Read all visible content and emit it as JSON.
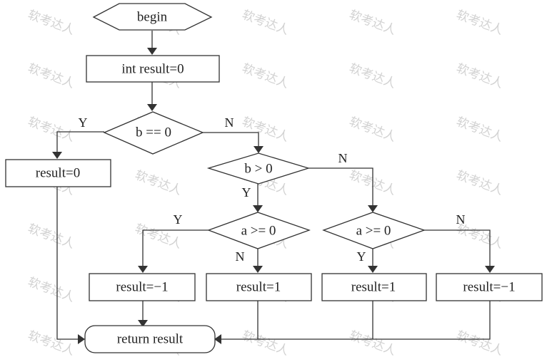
{
  "diagram": {
    "type": "flowchart",
    "nodes": {
      "begin": {
        "label": "begin",
        "shape": "hexagon"
      },
      "init": {
        "label": "int result=0",
        "shape": "rect"
      },
      "cond_b_eq_0": {
        "label": "b == 0",
        "shape": "diamond"
      },
      "set_zero": {
        "label": "result=0",
        "shape": "rect"
      },
      "cond_b_gt_0": {
        "label": "b > 0",
        "shape": "diamond"
      },
      "cond_a_ge_0_left": {
        "label": "a >= 0",
        "shape": "diamond"
      },
      "cond_a_ge_0_right": {
        "label": "a >= 0",
        "shape": "diamond"
      },
      "set_neg1_left": {
        "label": "result=−1",
        "shape": "rect"
      },
      "set_1_left": {
        "label": "result=1",
        "shape": "rect"
      },
      "set_1_right": {
        "label": "result=1",
        "shape": "rect"
      },
      "set_neg1_right": {
        "label": "result=−1",
        "shape": "rect"
      },
      "return": {
        "label": "return result",
        "shape": "rounded-rect"
      }
    },
    "edge_labels": {
      "b_eq_0_yes": "Y",
      "b_eq_0_no": "N",
      "b_gt_0_yes": "Y",
      "b_gt_0_no": "N",
      "a_ge_0_left_yes": "Y",
      "a_ge_0_left_no": "N",
      "a_ge_0_right_yes": "Y",
      "a_ge_0_right_no": "N"
    },
    "edges": [
      {
        "from": "begin",
        "to": "init"
      },
      {
        "from": "init",
        "to": "cond_b_eq_0"
      },
      {
        "from": "cond_b_eq_0",
        "to": "set_zero",
        "label": "Y"
      },
      {
        "from": "cond_b_eq_0",
        "to": "cond_b_gt_0",
        "label": "N"
      },
      {
        "from": "cond_b_gt_0",
        "to": "cond_a_ge_0_left",
        "label": "Y"
      },
      {
        "from": "cond_b_gt_0",
        "to": "cond_a_ge_0_right",
        "label": "N"
      },
      {
        "from": "cond_a_ge_0_left",
        "to": "set_neg1_left",
        "label": "Y"
      },
      {
        "from": "cond_a_ge_0_left",
        "to": "set_1_left",
        "label": "N"
      },
      {
        "from": "cond_a_ge_0_right",
        "to": "set_1_right",
        "label": "Y"
      },
      {
        "from": "cond_a_ge_0_right",
        "to": "set_neg1_right",
        "label": "N"
      },
      {
        "from": "set_zero",
        "to": "return"
      },
      {
        "from": "set_neg1_left",
        "to": "return"
      },
      {
        "from": "set_1_left",
        "to": "return"
      },
      {
        "from": "set_1_right",
        "to": "return"
      },
      {
        "from": "set_neg1_right",
        "to": "return"
      }
    ]
  },
  "watermark": {
    "text": "软考达人"
  }
}
